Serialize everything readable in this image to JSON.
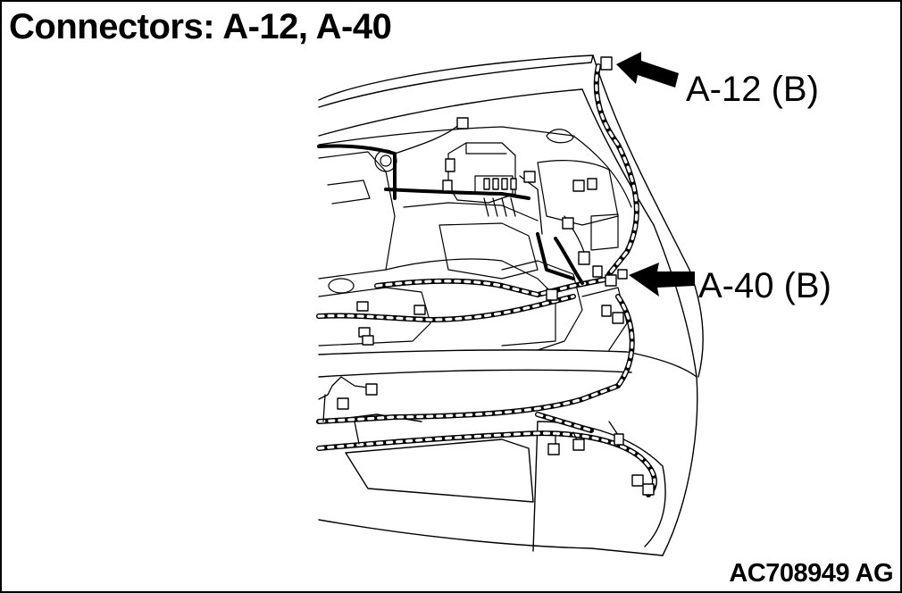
{
  "title": "Connectors: A-12, A-40",
  "callouts": [
    {
      "id": "a12",
      "label": "A-12 (B)"
    },
    {
      "id": "a40",
      "label": "A-40 (B)"
    }
  ],
  "figure_code": "AC708949 AG",
  "colors": {
    "ink": "#000000",
    "background": "#ffffff"
  }
}
